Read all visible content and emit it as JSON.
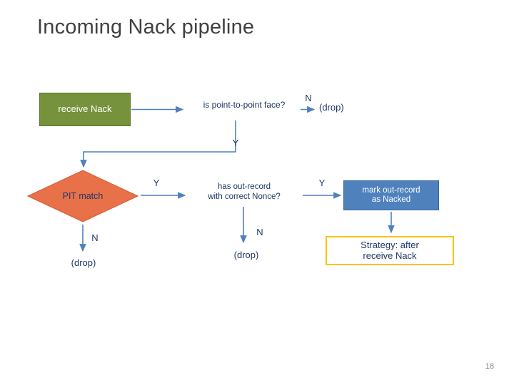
{
  "slide": {
    "title": "Incoming Nack pipeline",
    "page_number": "18"
  },
  "nodes": {
    "receive_nack": "receive Nack",
    "question_p2p": "is point-to-point face?",
    "pit_match": "PIT match",
    "question_out_record_line1": "has out-record",
    "question_out_record_line2": "with correct Nonce?",
    "mark_out_record_line1": "mark out-record",
    "mark_out_record_line2": "as Nacked",
    "strategy_line1": "Strategy: after",
    "strategy_line2": "receive Nack"
  },
  "edge_labels": {
    "n_p2p": "N",
    "drop_p2p": "(drop)",
    "y_p2p": "Y",
    "y_pit": "Y",
    "y_outrecord": "Y",
    "n_pit": "N",
    "drop_pit": "(drop)",
    "n_outrecord": "N",
    "drop_outrecord": "(drop)"
  },
  "colors": {
    "green_box": "#76923C",
    "diamond_orange": "#E8714A",
    "blue_box": "#4F81BD",
    "yellow_border": "#FFC000",
    "arrow_blue": "#4F81BD",
    "text_dark_blue": "#1F3864",
    "title_gray": "#404040"
  }
}
